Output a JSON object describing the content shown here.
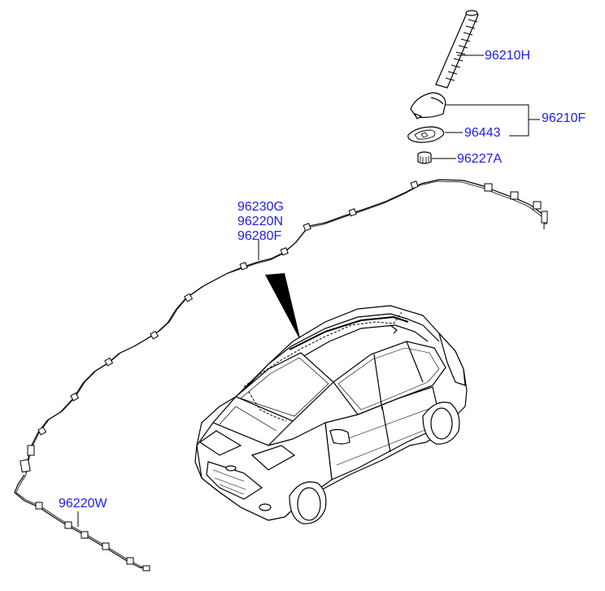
{
  "colors": {
    "label_text": "#2020e0",
    "line": "#000000",
    "background": "#ffffff"
  },
  "parts": {
    "antenna_pole": "96210H",
    "antenna_assembly": "96210F",
    "pad": "96443",
    "nut": "96227A",
    "feeder_cable_codes": [
      "96230G",
      "96220N",
      "96280F"
    ],
    "extension_cable": "96220W"
  }
}
